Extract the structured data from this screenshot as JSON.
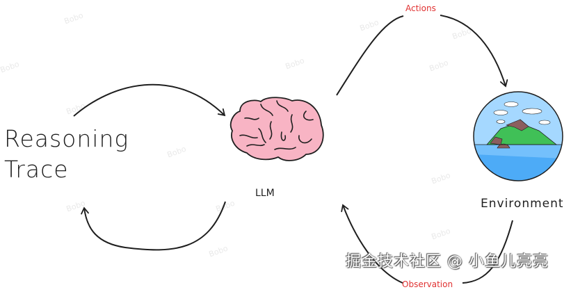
{
  "diagram": {
    "reasoning_label": [
      "Reasoning",
      "Trace"
    ],
    "llm_label": "LLM",
    "environment_label": "Environment",
    "actions_label": "Actions",
    "observation_label": "Observation",
    "icons": {
      "llm": "brain-icon",
      "environment": "island-globe-icon"
    },
    "colors": {
      "stroke": "#1e1e1e",
      "edge_label": "#e03131",
      "brain": "#f8b4c4",
      "sky": "#a5d8ff",
      "sea": "#4dabf7",
      "land": "#40c057",
      "rock": "#8b5e5e"
    }
  },
  "watermark": {
    "repeated": "Bobo",
    "site": "掘金技术社区 @ 小鱼儿亮亮"
  }
}
